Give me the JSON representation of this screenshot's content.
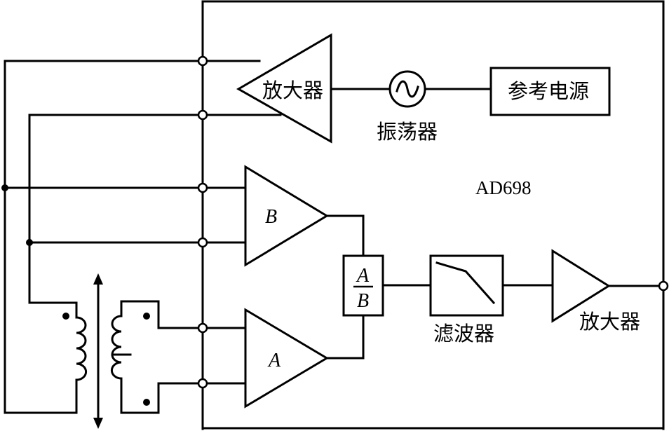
{
  "chip": {
    "label": "AD698"
  },
  "blocks": {
    "excitation_amp": "放大器",
    "oscillator": "振荡器",
    "reference": "参考电源",
    "amp_b": "B",
    "amp_a": "A",
    "divider_num": "A",
    "divider_den": "B",
    "filter": "滤波器",
    "output_amp": "放大器"
  },
  "icons": {
    "oscillator": "sine-wave-icon",
    "filter": "low-pass-response-icon",
    "core": "double-arrow-icon"
  }
}
